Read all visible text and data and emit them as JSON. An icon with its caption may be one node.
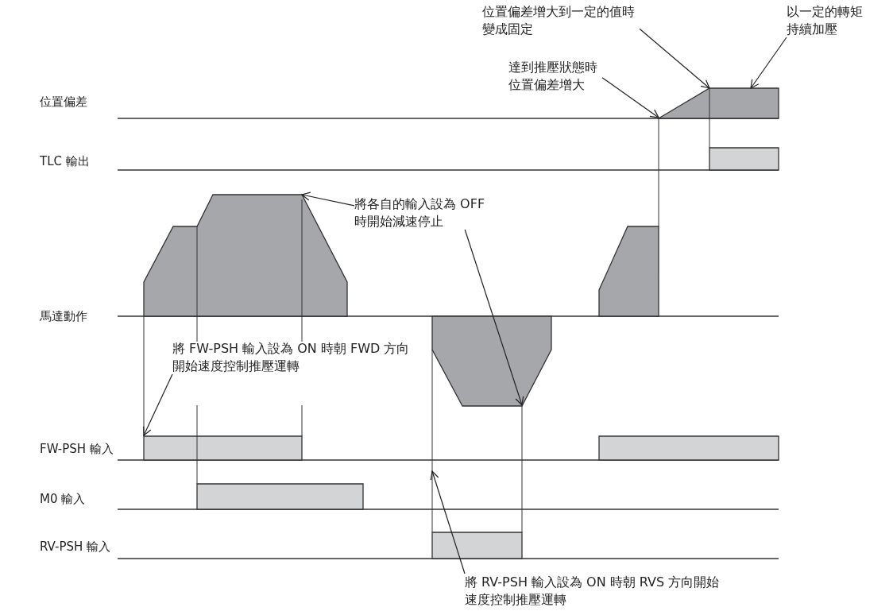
{
  "diagram": {
    "nodes": [
      {
        "text": [
          "位置偏差增大到一定的值時變成固定"
        ]
      },
      {
        "text": [
          "以一定的轉矩持續加壓"
        ]
      },
      {
        "text": [
          "達到推壓狀態時位置偏差增大"
        ]
      },
      {
        "text": [
          "將各自的輸入設為 OFF 時開始減速停止"
        ]
      },
      {
        "text": [
          "將 FW-PSH 輸入設為 ON 時朝 FWD 方向開始速度控制推壓運轉"
        ]
      },
      {
        "text": [
          "將 RV-PSH 輸入設為 ON 時朝 RVS 方向開始速度控制推壓運轉"
        ]
      }
    ],
    "edges": [
      {
        "from": 0,
        "to": null,
        "arrow": "to"
      },
      {
        "from": 1,
        "to": null,
        "arrow": "to"
      },
      {
        "from": 2,
        "to": null,
        "arrow": "to"
      },
      {
        "from": 3,
        "to": null,
        "arrow": "to"
      },
      {
        "from": 3,
        "to": null,
        "arrow": "to"
      },
      {
        "from": 4,
        "to": null,
        "arrow": "to"
      },
      {
        "from": 5,
        "to": null,
        "arrow": "to"
      }
    ],
    "labels": [
      "位置偏差",
      "TLC 輸出",
      "馬達動作",
      "FW-PSH 輸入",
      "M0 輸入",
      "RV-PSH 輸入"
    ]
  }
}
